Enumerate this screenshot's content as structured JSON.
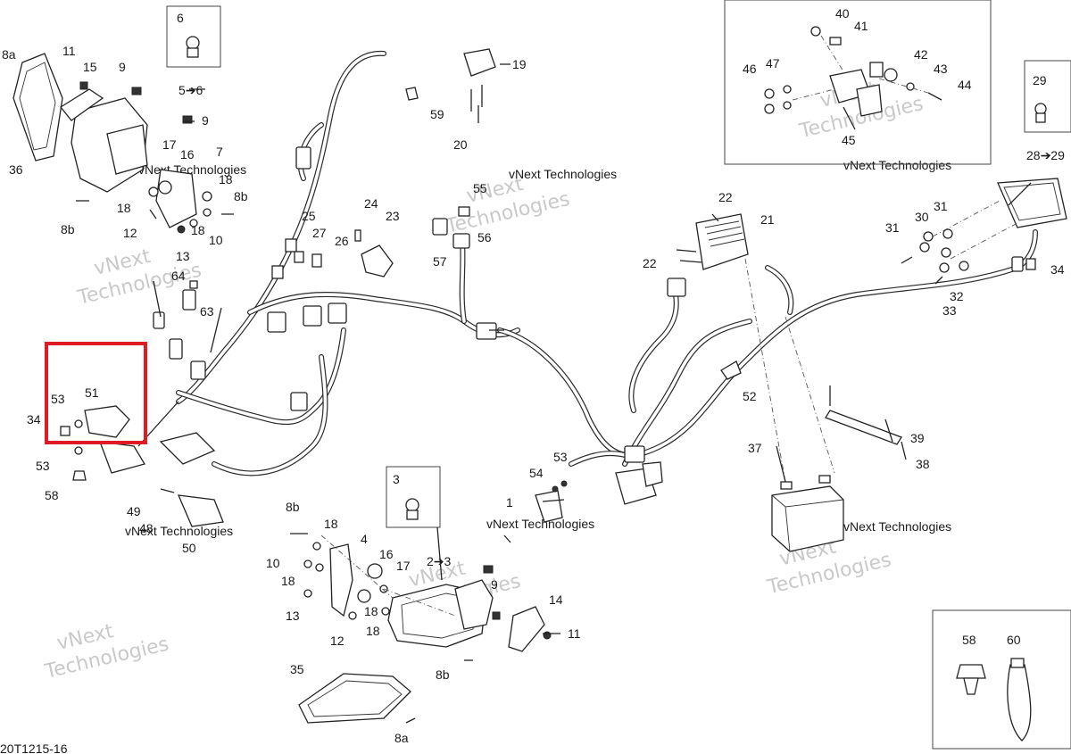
{
  "drawing_code": "20T1215-16",
  "highlight_color": "#e01b24",
  "watermark": {
    "line1": "vNext",
    "line2": "Technologies",
    "small": "vNext Technologies"
  },
  "callouts": {
    "c1": "1",
    "c2to3": "2➔3",
    "c3": "3",
    "c4": "4",
    "c5to6": "5➔6",
    "c6": "6",
    "c7": "7",
    "c8a_top": "8a",
    "c8a_bottom": "8a",
    "c8b_left": "8b",
    "c8b_right": "8b",
    "c8b_mid": "8b",
    "c8b_bottom": "8b",
    "c9_a": "9",
    "c9_b": "9",
    "c9_c": "9",
    "c10_a": "10",
    "c10_b": "10",
    "c11_top": "11",
    "c11_bottom": "11",
    "c12_a": "12",
    "c12_b": "12",
    "c13_a": "13",
    "c13_b": "13",
    "c14": "14",
    "c15": "15",
    "c16_a": "16",
    "c16_b": "16",
    "c17_a": "17",
    "c17_b": "17",
    "c18_a": "18",
    "c18_b": "18",
    "c18_c": "18",
    "c18_d": "18",
    "c18_e": "18",
    "c18_f": "18",
    "c18_g": "18",
    "c19": "19",
    "c20": "20",
    "c21": "21",
    "c22_a": "22",
    "c22_b": "22",
    "c23": "23",
    "c24": "24",
    "c25": "25",
    "c26": "26",
    "c27": "27",
    "c28to29": "28➔29",
    "c29": "29",
    "c30": "30",
    "c31_a": "31",
    "c31_b": "31",
    "c32": "32",
    "c33": "33",
    "c34_left": "34",
    "c34_right": "34",
    "c35": "35",
    "c36": "36",
    "c37": "37",
    "c38": "38",
    "c39": "39",
    "c40": "40",
    "c41": "41",
    "c42": "42",
    "c43": "43",
    "c44": "44",
    "c45": "45",
    "c46": "46",
    "c47": "47",
    "c48": "48",
    "c49": "49",
    "c50": "50",
    "c51": "51",
    "c52": "52",
    "c53_a": "53",
    "c53_b": "53",
    "c53_c": "53",
    "c54": "54",
    "c55": "55",
    "c56": "56",
    "c57": "57",
    "c58_left": "58",
    "c58_box": "58",
    "c59": "59",
    "c60": "60",
    "c63": "63",
    "c64": "64"
  }
}
